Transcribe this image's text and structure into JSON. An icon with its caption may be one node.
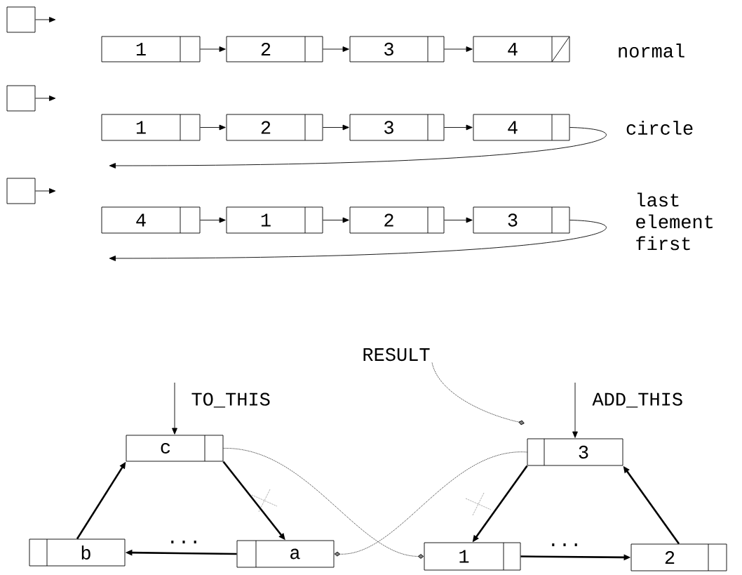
{
  "diagram": {
    "nodes": [
      {
        "text": [],
        "shape": "box"
      },
      {
        "text": [
          "1"
        ]
      },
      {
        "text": [
          "2"
        ]
      },
      {
        "text": [
          "3"
        ]
      },
      {
        "text": [
          "4"
        ]
      },
      {
        "text": [],
        "shape": "box"
      },
      {
        "text": [
          "1"
        ]
      },
      {
        "text": [
          "2"
        ]
      },
      {
        "text": [
          "3"
        ]
      },
      {
        "text": [
          "4"
        ]
      },
      {
        "text": [],
        "shape": "box"
      },
      {
        "text": [
          "4"
        ]
      },
      {
        "text": [
          "1"
        ]
      },
      {
        "text": [
          "2"
        ]
      },
      {
        "text": [
          "3"
        ]
      },
      {
        "text": [
          "RESULT"
        ]
      },
      {
        "text": [
          "c"
        ]
      },
      {
        "text": [
          "3"
        ]
      },
      {
        "text": [
          "b"
        ]
      },
      {
        "text": [
          "a"
        ]
      },
      {
        "text": [
          "1"
        ]
      },
      {
        "text": [
          "2"
        ]
      }
    ],
    "edges": [
      {
        "from": 0,
        "to": null,
        "arrow": "to"
      },
      {
        "from": 1,
        "to": 2,
        "arrow": "to"
      },
      {
        "from": 2,
        "to": 3,
        "arrow": "to"
      },
      {
        "from": 3,
        "to": 4,
        "arrow": "to"
      },
      {
        "from": 5,
        "to": null,
        "arrow": "to"
      },
      {
        "from": 6,
        "to": 7,
        "arrow": "to"
      },
      {
        "from": 7,
        "to": 8,
        "arrow": "to"
      },
      {
        "from": 8,
        "to": 9,
        "arrow": "to"
      },
      {
        "from": 9,
        "to": null,
        "arrow": "to"
      },
      {
        "from": 10,
        "to": null,
        "arrow": "to"
      },
      {
        "from": 11,
        "to": 12,
        "arrow": "to"
      },
      {
        "from": 12,
        "to": 13,
        "arrow": "to"
      },
      {
        "from": 13,
        "to": 14,
        "arrow": "to"
      },
      {
        "from": 14,
        "to": null,
        "arrow": "to"
      },
      {
        "from": null,
        "to": 16,
        "arrow": "to",
        "label": "TO_THIS"
      },
      {
        "from": null,
        "to": 17,
        "arrow": "to",
        "label": "ADD_THIS"
      },
      {
        "from": 15,
        "to": null,
        "arrow": "other",
        "style": "dashed"
      },
      {
        "from": 18,
        "to": 16,
        "arrow": "to",
        "style": "thick"
      },
      {
        "from": 16,
        "to": 19,
        "arrow": "to",
        "style": "thick"
      },
      {
        "from": 17,
        "to": 20,
        "arrow": "to",
        "style": "thick"
      },
      {
        "from": 21,
        "to": 17,
        "arrow": "to",
        "style": "thick"
      },
      {
        "from": 19,
        "to": 18,
        "arrow": "to",
        "label": "...",
        "style": "thick"
      },
      {
        "from": 20,
        "to": 21,
        "arrow": "to",
        "label": "...",
        "style": "thick"
      },
      {
        "from": 16,
        "to": 20,
        "arrow": "other",
        "style": "dashed"
      },
      {
        "from": 17,
        "to": 19,
        "arrow": "other",
        "style": "dashed"
      }
    ],
    "labels": [
      "normal",
      "circle",
      "last element first"
    ]
  }
}
